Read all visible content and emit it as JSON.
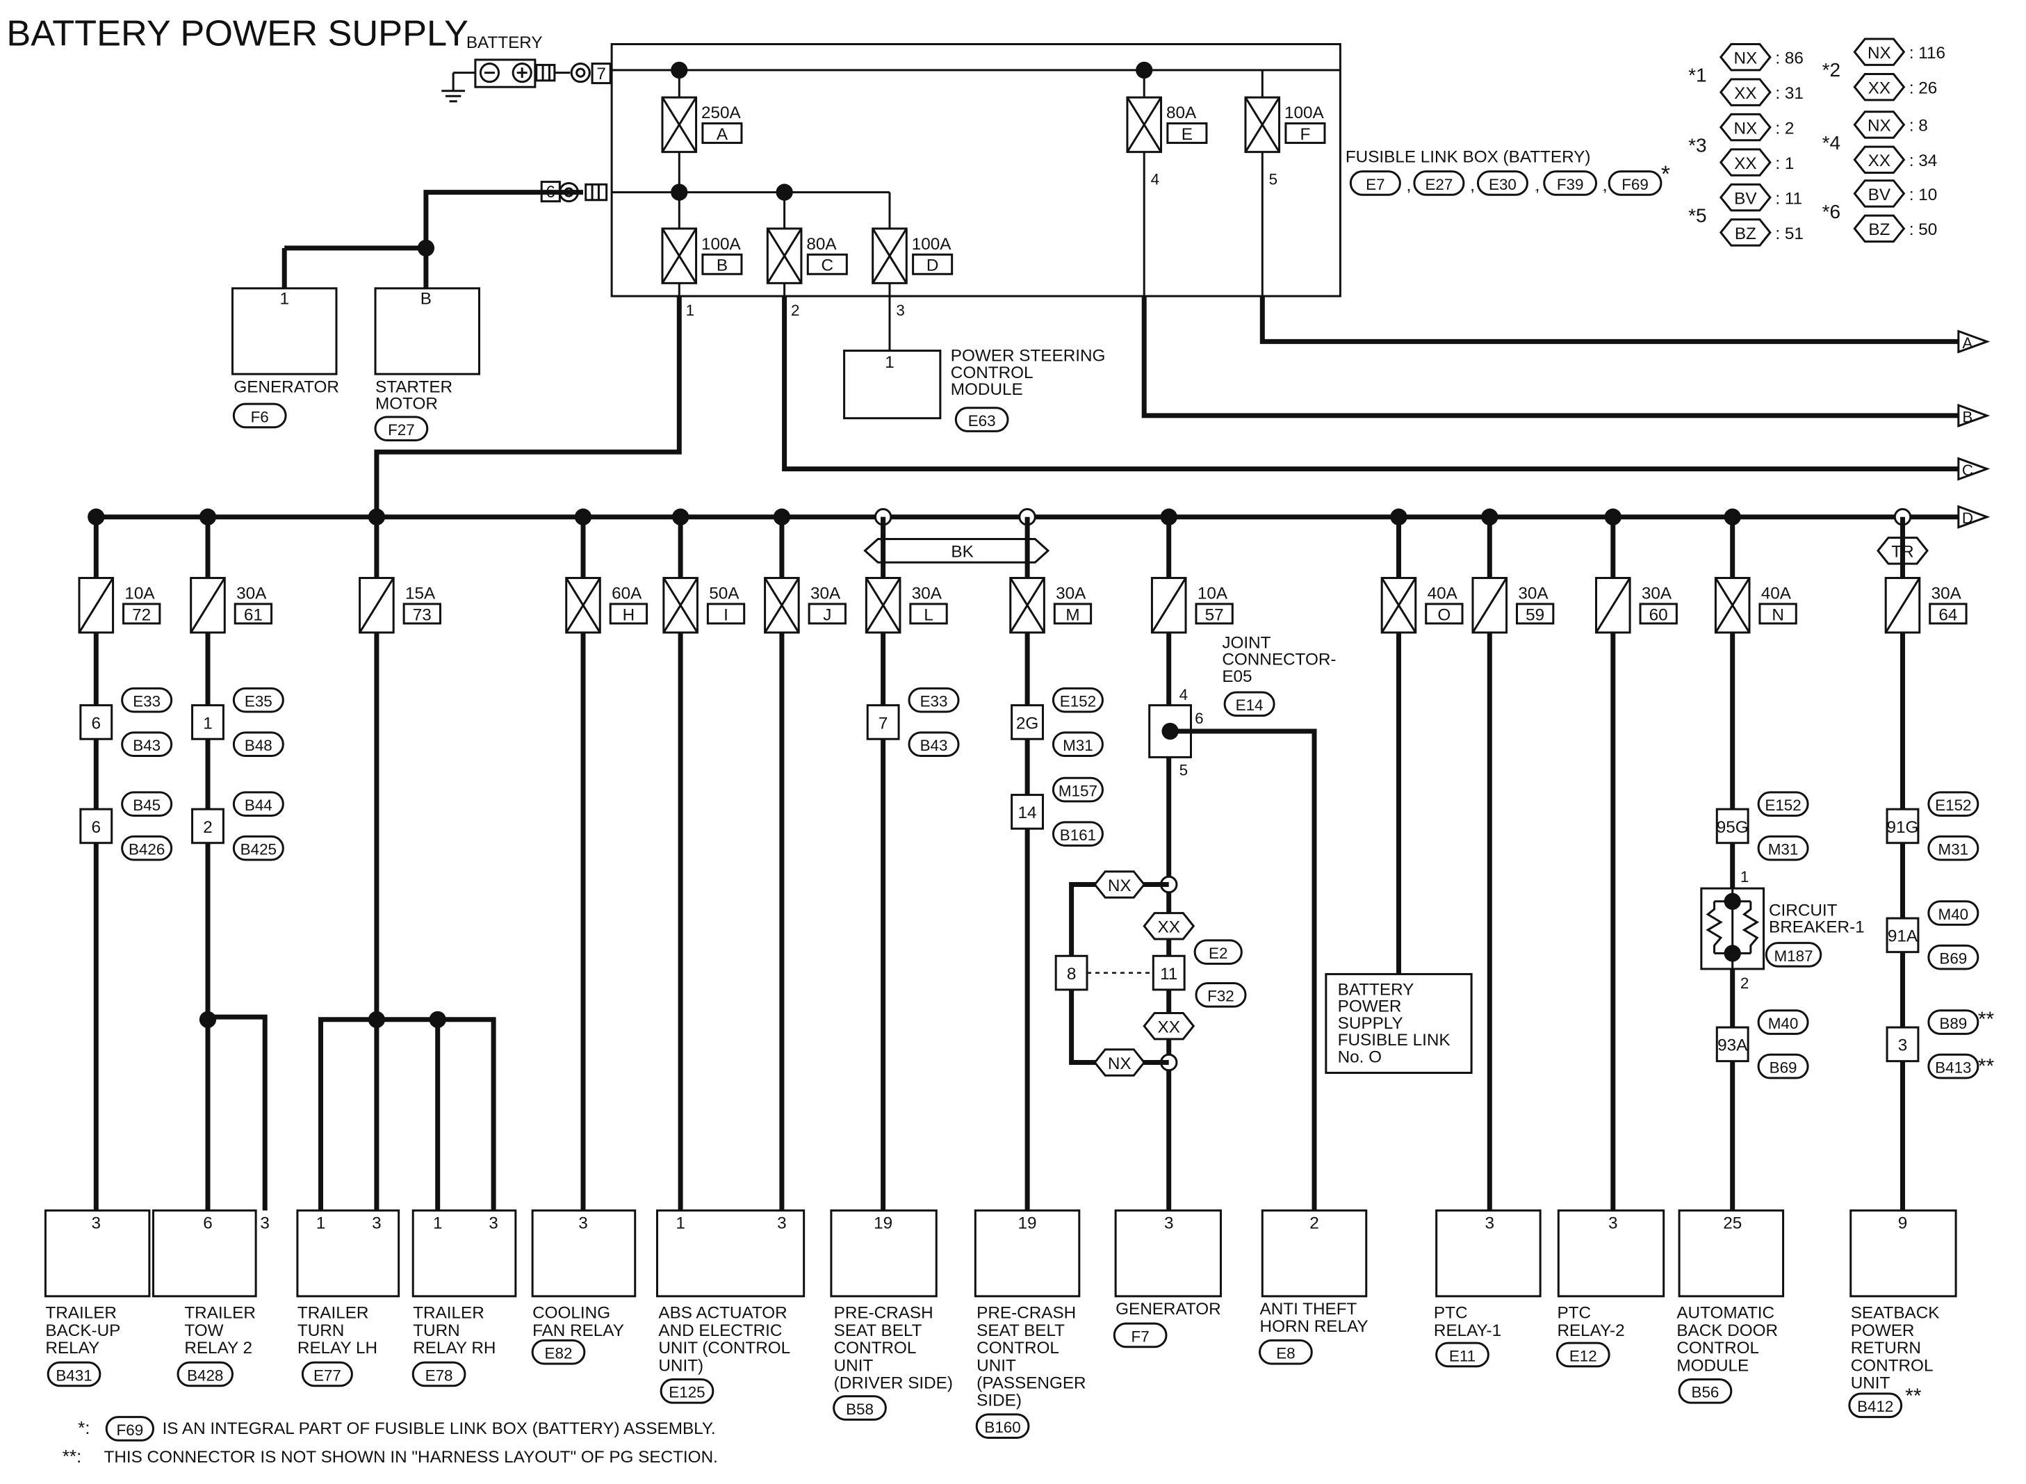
{
  "title": "BATTERY POWER SUPPLY",
  "battery": {
    "label": "BATTERY",
    "pin_out": "7",
    "pin_in": "6"
  },
  "fusible_link_box": {
    "label": "FUSIBLE LINK BOX (BATTERY)",
    "connectors": [
      "E7",
      "E27",
      "E30",
      "F39",
      "F69"
    ]
  },
  "top_fuses": [
    {
      "rating": "250A",
      "id": "A",
      "pin": ""
    },
    {
      "rating": "100A",
      "id": "B",
      "pin": "1"
    },
    {
      "rating": "80A",
      "id": "C",
      "pin": "2"
    },
    {
      "rating": "100A",
      "id": "D",
      "pin": "3"
    },
    {
      "rating": "80A",
      "id": "E",
      "pin": "4"
    },
    {
      "rating": "100A",
      "id": "F",
      "pin": "5"
    }
  ],
  "top_modules": [
    {
      "name": [
        "GENERATOR"
      ],
      "pin": "1",
      "connector": "F6"
    },
    {
      "name": [
        "STARTER",
        "MOTOR"
      ],
      "pin": "B",
      "connector": "F27"
    },
    {
      "name": [
        "POWER STEERING",
        "CONTROL",
        "MODULE"
      ],
      "pin": "1",
      "connector": "E63"
    }
  ],
  "outputs": [
    "A",
    "B",
    "C",
    "D"
  ],
  "bus_labels": {
    "bk": "BK",
    "tr": "TR"
  },
  "branch_fuses": [
    {
      "rating": "10A",
      "id": "72"
    },
    {
      "rating": "30A",
      "id": "61"
    },
    {
      "rating": "15A",
      "id": "73"
    },
    {
      "rating": "60A",
      "id": "H"
    },
    {
      "rating": "50A",
      "id": "I"
    },
    {
      "rating": "30A",
      "id": "J"
    },
    {
      "rating": "30A",
      "id": "L"
    },
    {
      "rating": "30A",
      "id": "M"
    },
    {
      "rating": "10A",
      "id": "57"
    },
    {
      "rating": "40A",
      "id": "O"
    },
    {
      "rating": "30A",
      "id": "59"
    },
    {
      "rating": "30A",
      "id": "60"
    },
    {
      "rating": "40A",
      "id": "N"
    },
    {
      "rating": "30A",
      "id": "64"
    }
  ],
  "connector_pins": [
    {
      "pin": "6",
      "top": "E33",
      "bottom": "B43"
    },
    {
      "pin": "6",
      "top": "B45",
      "bottom": "B426"
    },
    {
      "pin": "1",
      "top": "E35",
      "bottom": "B48"
    },
    {
      "pin": "2",
      "top": "B44",
      "bottom": "B425"
    },
    {
      "pin": "7",
      "top": "E33",
      "bottom": "B43"
    },
    {
      "pin": "2G",
      "top": "E152",
      "bottom": "M31"
    },
    {
      "pin": "14",
      "top": "M157",
      "bottom": "B161"
    },
    {
      "pin": "95G",
      "top": "E152",
      "bottom": "M31"
    },
    {
      "pin": "93A",
      "top": "M40",
      "bottom": "B69"
    },
    {
      "pin": "91G",
      "top": "E152",
      "bottom": "M31"
    },
    {
      "pin": "91A",
      "top": "M40",
      "bottom": "B69"
    },
    {
      "pin": "3",
      "top": "B89",
      "bottom": "B413"
    }
  ],
  "joint_connector": {
    "name": [
      "JOINT",
      "CONNECTOR-",
      "E05"
    ],
    "connector": "E14",
    "pins": [
      "4",
      "6",
      "5"
    ]
  },
  "nx_xx_block": {
    "left_pin": "8",
    "right_pin": "11",
    "top": "E2",
    "bottom": "F32",
    "nx": "NX",
    "xx": "XX"
  },
  "circuit_breaker": {
    "name": [
      "CIRCUIT",
      "BREAKER-1"
    ],
    "connector": "M187",
    "pins": [
      "1",
      "2"
    ]
  },
  "fusible_link_note": [
    "BATTERY",
    "POWER",
    "SUPPLY",
    "FUSIBLE LINK",
    "No. O"
  ],
  "bottom_modules": [
    {
      "name": [
        "TRAILER",
        "BACK-UP",
        "RELAY"
      ],
      "pins": [
        "3"
      ],
      "connector": "B431"
    },
    {
      "name": [
        "TRAILER",
        "TOW",
        "RELAY 2"
      ],
      "pins": [
        "6",
        "3"
      ],
      "connector": "B428"
    },
    {
      "name": [
        "TRAILER",
        "TURN",
        "RELAY LH"
      ],
      "pins": [
        "1",
        "3"
      ],
      "connector": "E77"
    },
    {
      "name": [
        "TRAILER",
        "TURN",
        "RELAY RH"
      ],
      "pins": [
        "1",
        "3"
      ],
      "connector": "E78"
    },
    {
      "name": [
        "COOLING",
        "FAN RELAY"
      ],
      "pins": [
        "3"
      ],
      "connector": "E82"
    },
    {
      "name": [
        "ABS ACTUATOR",
        "AND ELECTRIC",
        "UNIT (CONTROL",
        "UNIT)"
      ],
      "pins": [
        "1",
        "3"
      ],
      "connector": "E125"
    },
    {
      "name": [
        "PRE-CRASH",
        "SEAT BELT",
        "CONTROL",
        "UNIT",
        "(DRIVER SIDE)"
      ],
      "pins": [
        "19"
      ],
      "connector": "B58"
    },
    {
      "name": [
        "PRE-CRASH",
        "SEAT BELT",
        "CONTROL",
        "UNIT",
        "(PASSENGER",
        "SIDE)"
      ],
      "pins": [
        "19"
      ],
      "connector": "B160"
    },
    {
      "name": [
        "GENERATOR"
      ],
      "pins": [
        "3"
      ],
      "connector": "F7"
    },
    {
      "name": [
        "ANTI THEFT",
        "HORN RELAY"
      ],
      "pins": [
        "2"
      ],
      "connector": "E8"
    },
    {
      "name": [
        "PTC",
        "RELAY-1"
      ],
      "pins": [
        "3"
      ],
      "connector": "E11"
    },
    {
      "name": [
        "PTC",
        "RELAY-2"
      ],
      "pins": [
        "3"
      ],
      "connector": "E12"
    },
    {
      "name": [
        "AUTOMATIC",
        "BACK DOOR",
        "CONTROL",
        "MODULE"
      ],
      "pins": [
        "25"
      ],
      "connector": "B56"
    },
    {
      "name": [
        "SEATBACK",
        "POWER",
        "RETURN",
        "CONTROL",
        "UNIT"
      ],
      "pins": [
        "9"
      ],
      "connector": "B412"
    }
  ],
  "legend": [
    {
      "mark": "*1",
      "items": [
        {
          "code": "NX",
          "value": ": 86"
        },
        {
          "code": "XX",
          "value": ": 31"
        }
      ]
    },
    {
      "mark": "*2",
      "items": [
        {
          "code": "NX",
          "value": ": 116"
        },
        {
          "code": "XX",
          "value": ": 26"
        }
      ]
    },
    {
      "mark": "*3",
      "items": [
        {
          "code": "NX",
          "value": ": 2"
        },
        {
          "code": "XX",
          "value": ": 1"
        }
      ]
    },
    {
      "mark": "*4",
      "items": [
        {
          "code": "NX",
          "value": ": 8"
        },
        {
          "code": "XX",
          "value": ": 34"
        }
      ]
    },
    {
      "mark": "*5",
      "items": [
        {
          "code": "BV",
          "value": ": 11"
        },
        {
          "code": "BZ",
          "value": ": 51"
        }
      ]
    },
    {
      "mark": "*6",
      "items": [
        {
          "code": "BV",
          "value": ": 10"
        },
        {
          "code": "BZ",
          "value": ": 50"
        }
      ]
    }
  ],
  "footnotes": {
    "note1_mark": "*:",
    "note1_conn": "F69",
    "note1_text": "IS AN INTEGRAL PART OF FUSIBLE LINK BOX (BATTERY) ASSEMBLY.",
    "note2_mark": "**:",
    "note2_text": "THIS CONNECTOR IS NOT SHOWN IN \"HARNESS LAYOUT\" OF PG SECTION."
  },
  "marks": {
    "single": "*",
    "double": "**"
  }
}
